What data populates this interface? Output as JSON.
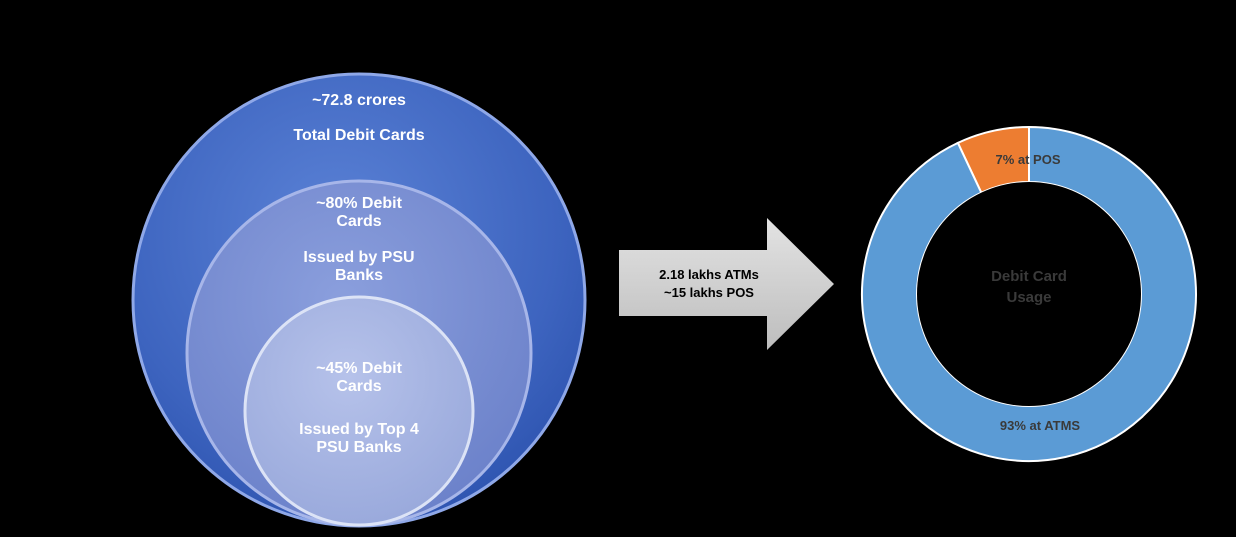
{
  "nested_circles": {
    "outer": {
      "lines": [
        "~72.8 crores",
        "Total Debit Cards"
      ]
    },
    "middle": {
      "lines": [
        "~80% Debit",
        "Cards",
        "Issued by PSU",
        "Banks"
      ]
    },
    "inner": {
      "lines": [
        "~45% Debit",
        "Cards",
        "Issued by Top 4",
        "PSU Banks"
      ]
    }
  },
  "arrow": {
    "lines": [
      "2.18 lakhs ATMs",
      "~15 lakhs POS"
    ]
  },
  "chart_data": {
    "type": "pie",
    "donut": true,
    "title": "Debit Card Usage",
    "title_lines": [
      "Debit Card",
      "Usage"
    ],
    "slices": [
      {
        "label": "at POS",
        "value": 7,
        "display": "7%  at POS",
        "color": "#ED7D31"
      },
      {
        "label": "at ATMS",
        "value": 93,
        "display": "93%  at ATMS",
        "color": "#5B9BD5"
      }
    ]
  },
  "colors": {
    "background": "#000000",
    "outer_circle": "#3F67C0",
    "middle_circle": "#7388CF",
    "inner_circle": "#A3B1E0",
    "arrow": "#D3D3D3",
    "donut_atm": "#5B9BD5",
    "donut_pos": "#ED7D31"
  }
}
